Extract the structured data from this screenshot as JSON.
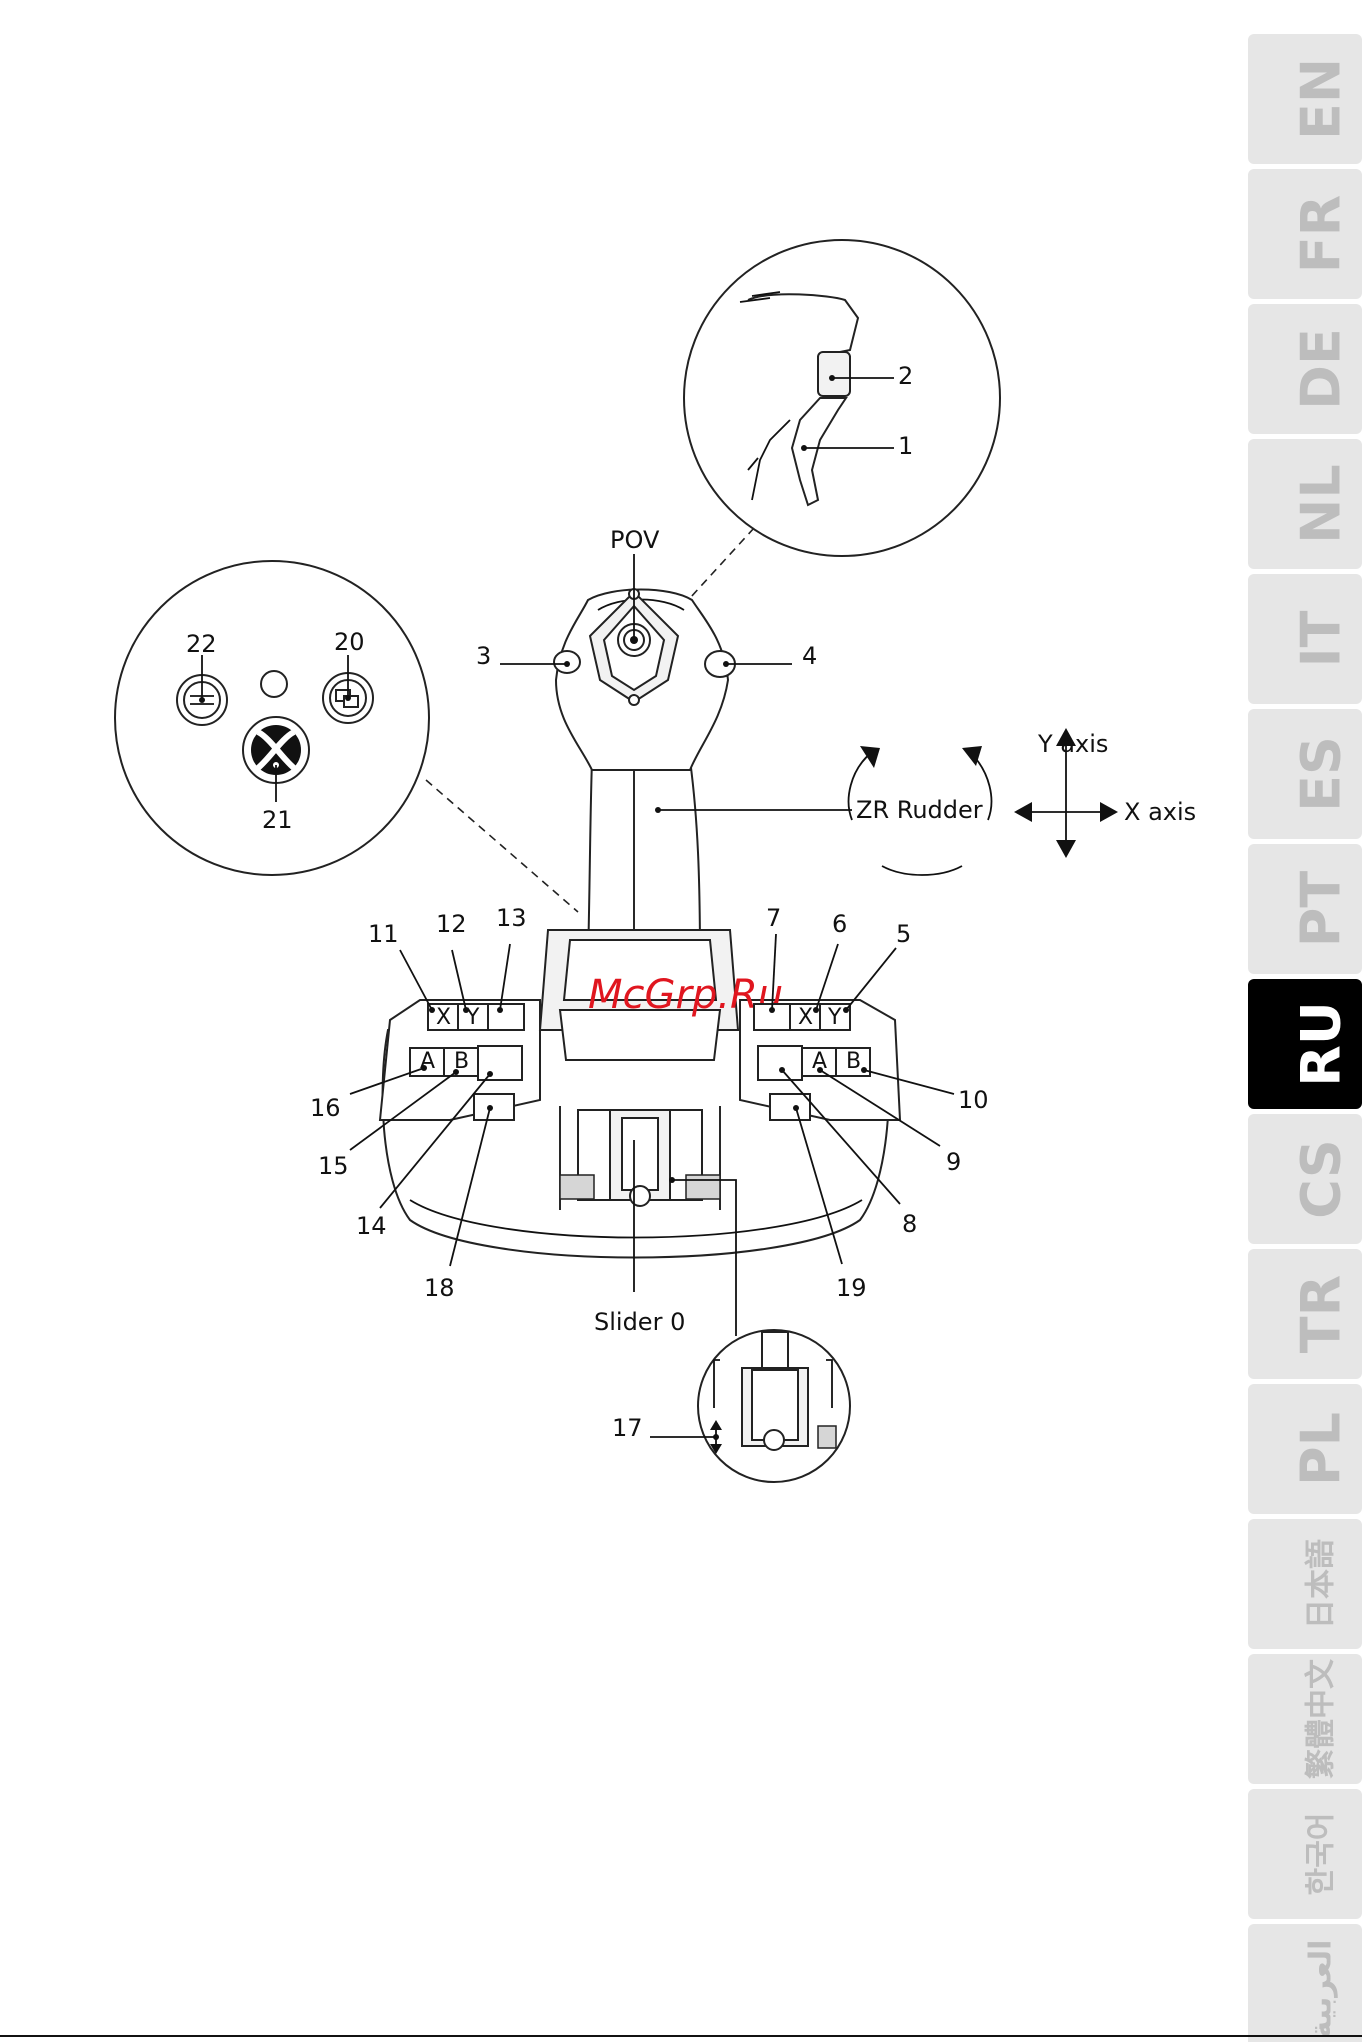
{
  "language_tabs": [
    {
      "code": "EN",
      "active": false
    },
    {
      "code": "FR",
      "active": false
    },
    {
      "code": "DE",
      "active": false
    },
    {
      "code": "NL",
      "active": false
    },
    {
      "code": "IT",
      "active": false
    },
    {
      "code": "ES",
      "active": false
    },
    {
      "code": "PT",
      "active": false
    },
    {
      "code": "RU",
      "active": true
    },
    {
      "code": "CS",
      "active": false
    },
    {
      "code": "TR",
      "active": false
    },
    {
      "code": "PL",
      "active": false
    },
    {
      "code": "日本語",
      "active": false
    },
    {
      "code": "繁體中文",
      "active": false
    },
    {
      "code": "한국어",
      "active": false
    },
    {
      "code": "العربية",
      "active": false
    }
  ],
  "colors": {
    "tab_inactive_bg": "#e6e6e6",
    "tab_inactive_text": "#bdbdbd",
    "tab_active_bg": "#000000",
    "tab_active_text": "#ffffff",
    "watermark": "#e0161f"
  },
  "diagram": {
    "pov_label": "POV",
    "rudder_label": "ZR Rudder",
    "y_axis_label": "Y axis",
    "x_axis_label": "X axis",
    "slider_label": "Slider 0",
    "numbers": [
      "1",
      "2",
      "3",
      "4",
      "5",
      "6",
      "7",
      "8",
      "9",
      "10",
      "11",
      "12",
      "13",
      "14",
      "15",
      "16",
      "17",
      "18",
      "19",
      "20",
      "21",
      "22"
    ],
    "button_glyphs": [
      "X",
      "Y",
      "A",
      "B",
      "X",
      "Y",
      "A",
      "B"
    ]
  },
  "watermark": "McGrp.Ru"
}
